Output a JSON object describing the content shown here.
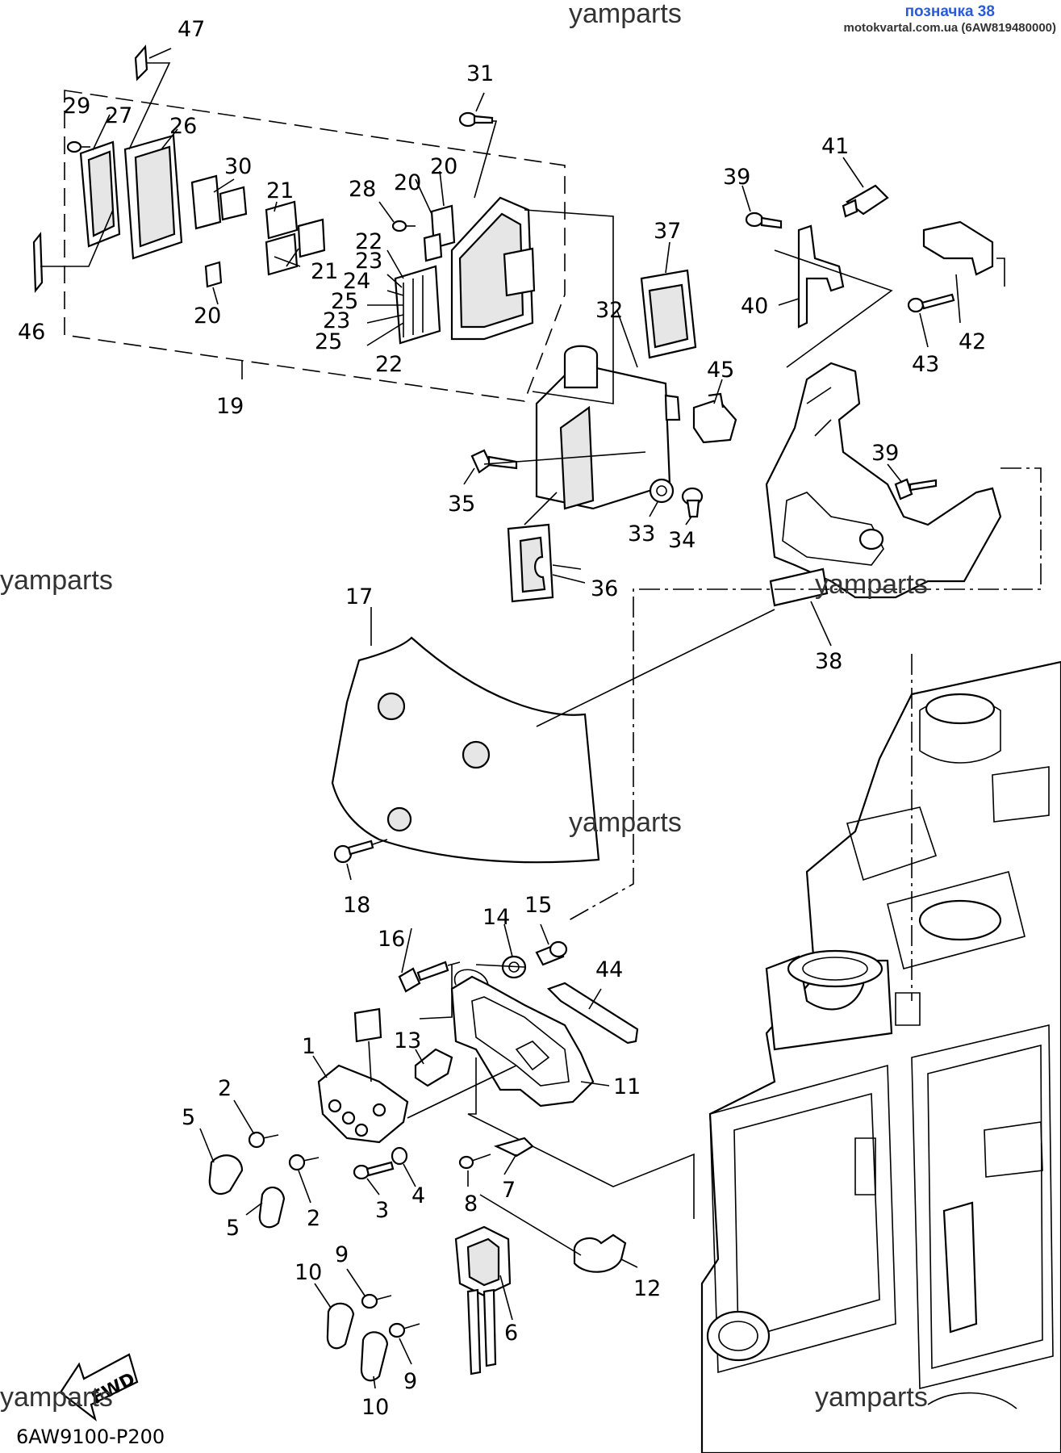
{
  "header": {
    "badge": "позначка 38",
    "source": "motokvartal.com.ua (6AW819480000)"
  },
  "watermark": "yamparts",
  "drawing_code": "6AW9100-P200",
  "fwd_label": "FWD",
  "callouts": {
    "c47": "47",
    "c31": "31",
    "c29": "29",
    "c27": "27",
    "c26": "26",
    "c30": "30",
    "c21a": "21",
    "c21b": "21",
    "c28": "28",
    "c20a": "20",
    "c20b": "20",
    "c20c": "20",
    "c22a": "22",
    "c23a": "23",
    "c24": "24",
    "c25a": "25",
    "c23b": "23",
    "c25b": "25",
    "c22b": "22",
    "c46": "46",
    "c19": "19",
    "c41": "41",
    "c39a": "39",
    "c37": "37",
    "c32": "32",
    "c40": "40",
    "c42": "42",
    "c43": "43",
    "c45": "45",
    "c39b": "39",
    "c35": "35",
    "c33": "33",
    "c34": "34",
    "c36": "36",
    "c17": "17",
    "c38": "38",
    "c18": "18",
    "c16": "16",
    "c14": "14",
    "c15": "15",
    "c44": "44",
    "c1": "1",
    "c13": "13",
    "c11": "11",
    "c2a": "2",
    "c5a": "5",
    "c7": "7",
    "c8": "8",
    "c4": "4",
    "c3": "3",
    "c5b": "5",
    "c2b": "2",
    "c12": "12",
    "c9a": "9",
    "c10a": "10",
    "c6": "6",
    "c9b": "9",
    "c10b": "10"
  }
}
